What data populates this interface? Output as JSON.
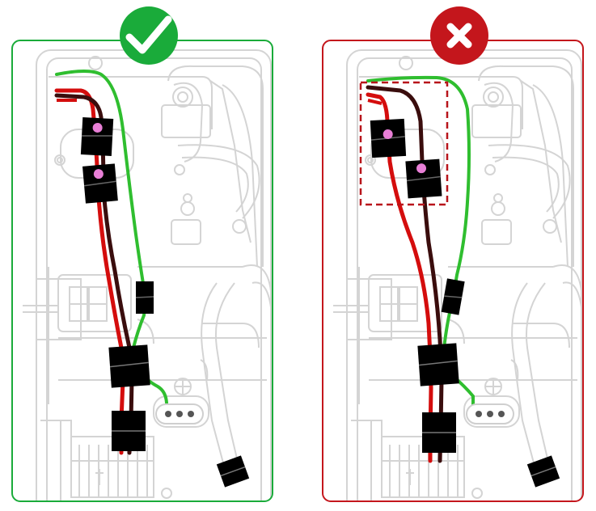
{
  "colors": {
    "correct": "#1aab3a",
    "incorrect": "#c4161c",
    "outline": "#d6d6d6",
    "wire_red": "#d40d0d",
    "wire_brown": "#3a0d0d",
    "wire_green": "#2fbe2f",
    "clip": "#000000",
    "clip_dot": "#e87fd6",
    "highlight_box": "#b8141b"
  },
  "panels": [
    {
      "id": "correct",
      "badge_icon": "checkmark-icon",
      "status": "correct"
    },
    {
      "id": "incorrect",
      "badge_icon": "cross-icon",
      "status": "incorrect"
    }
  ]
}
